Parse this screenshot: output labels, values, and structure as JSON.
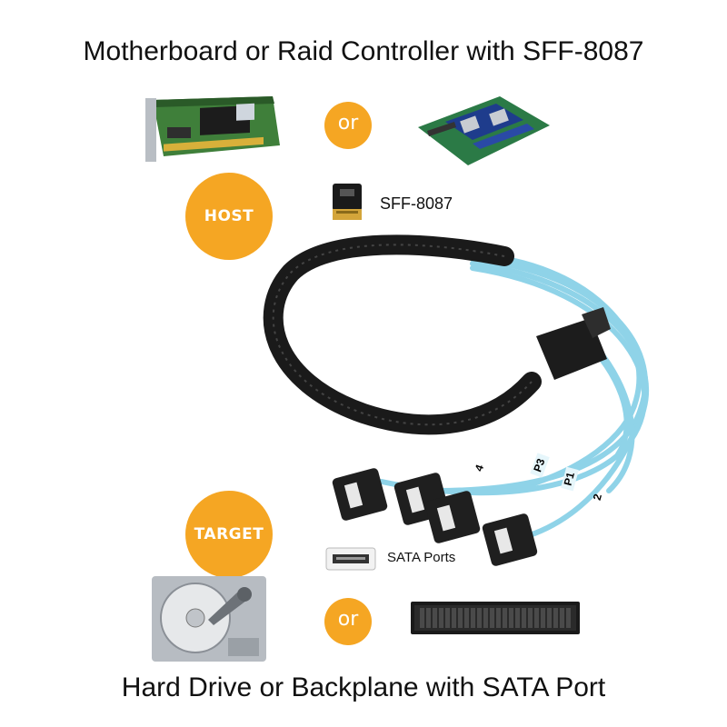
{
  "header": {
    "title": "Motherboard or Raid Controller with SFF-8087"
  },
  "footer": {
    "title": "Hard Drive or Backplane with SATA Port"
  },
  "badges": {
    "host": "HOST",
    "target": "TARGET",
    "or_top": "or",
    "or_bottom": "or"
  },
  "labels": {
    "sff": "SFF-8087",
    "sata": "SATA Ports"
  },
  "port_tags": {
    "p1": "P1",
    "p3": "P3",
    "p4": "4",
    "p2": "2"
  },
  "colors": {
    "accent": "#f5a623",
    "cable_blue": "#8fd3e8",
    "sleeve": "#1a1a1a",
    "pcb_green": "#2e8b3a"
  }
}
